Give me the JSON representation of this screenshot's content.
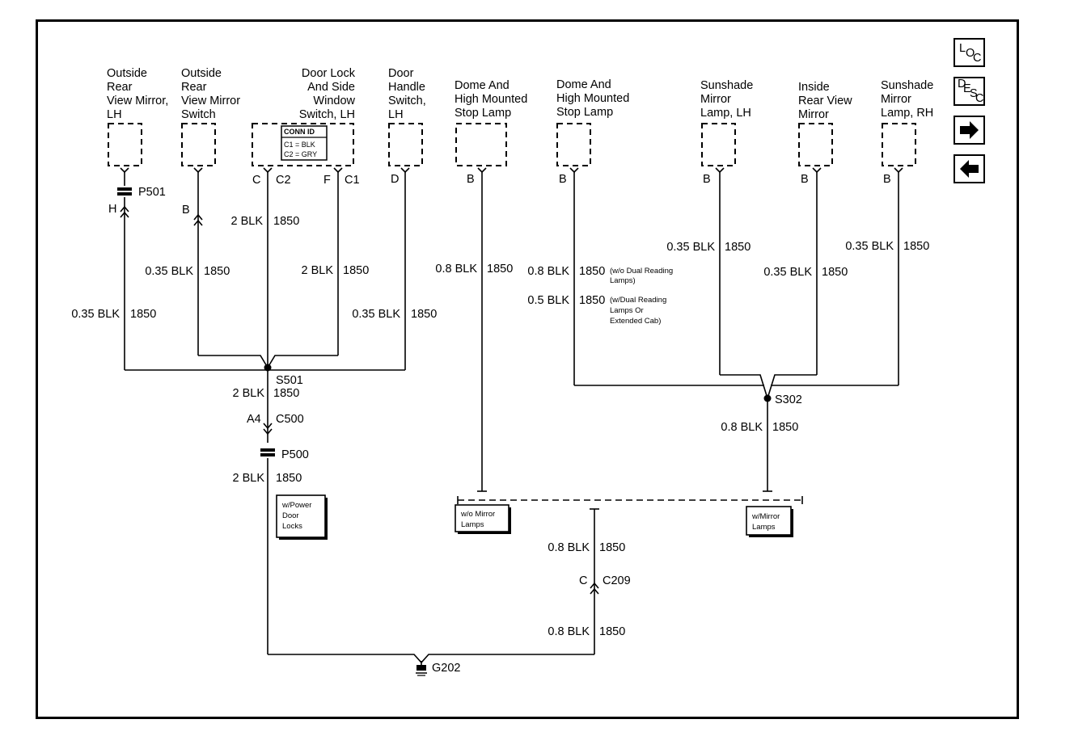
{
  "components": {
    "mirror_lh": [
      "Outside",
      "Rear",
      "View Mirror,",
      "LH"
    ],
    "mirror_switch": [
      "Outside",
      "Rear",
      "View Mirror",
      "Switch"
    ],
    "door_lock": [
      "Door Lock",
      "And Side",
      "Window",
      "Switch, LH"
    ],
    "door_handle": [
      "Door",
      "Handle",
      "Switch,",
      "LH"
    ],
    "dome1": [
      "Dome And",
      "High Mounted",
      "Stop Lamp"
    ],
    "dome2": [
      "Dome And",
      "High Mounted",
      "Stop Lamp"
    ],
    "sunshade_lh": [
      "Sunshade",
      "Mirror",
      "Lamp, LH"
    ],
    "inside_mirror": [
      "Inside",
      "Rear View",
      "Mirror"
    ],
    "sunshade_rh": [
      "Sunshade",
      "Mirror",
      "Lamp, RH"
    ]
  },
  "conn_id": {
    "title": "CONN ID",
    "c1": "C1 = BLK",
    "c2": "C2 = GRY"
  },
  "pins": {
    "h": "H",
    "b": "B",
    "c": "C",
    "c2": "C2",
    "f": "F",
    "c1": "C1",
    "d": "D",
    "a4": "A4",
    "c_c209": "C"
  },
  "connectors": {
    "p501": "P501",
    "p500": "P500",
    "s501": "S501",
    "s302": "S302",
    "c500": "C500",
    "c209": "C209",
    "g202": "G202"
  },
  "wires": {
    "blk035": "0.35 BLK",
    "blk2": "2 BLK",
    "blk08": "0.8 BLK",
    "blk05": "0.5 BLK",
    "circuit": "1850"
  },
  "wire_notes": {
    "wo_dual": [
      "(w/o Dual Reading",
      "Lamps)"
    ],
    "w_dual": [
      "(w/Dual Reading",
      "Lamps Or",
      "Extended Cab)"
    ]
  },
  "option_boxes": {
    "power_locks": [
      "w/Power",
      "Door",
      "Locks"
    ],
    "wo_mirror": [
      "w/o Mirror",
      "Lamps"
    ],
    "w_mirror": [
      "w/Mirror",
      "Lamps"
    ]
  },
  "nav": {
    "loc": {
      "main": "L",
      "sub1": "O",
      "sub2": "C"
    },
    "desc": {
      "main": "D",
      "sub1": "E",
      "sub2": "S",
      "sub3": "C"
    },
    "next_icon": "arrow-right-icon",
    "prev_icon": "arrow-left-icon"
  }
}
